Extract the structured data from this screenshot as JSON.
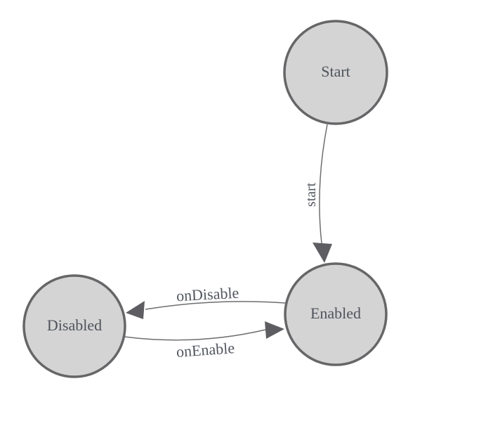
{
  "diagram": {
    "background": "#ffffff",
    "colors": {
      "node_fill": "#d4d4d4",
      "node_border": "#666669",
      "edge_line": "#6e6e71",
      "arrowhead": "#5e5e62",
      "label_text": "#4f535b"
    },
    "nodes": [
      {
        "id": "start",
        "label": "Start"
      },
      {
        "id": "enabled",
        "label": "Enabled"
      },
      {
        "id": "disabled",
        "label": "Disabled"
      }
    ],
    "edges": [
      {
        "from": "Start",
        "to": "Enabled",
        "label": "start"
      },
      {
        "from": "Enabled",
        "to": "Disabled",
        "label": "onDisable"
      },
      {
        "from": "Disabled",
        "to": "Enabled",
        "label": "onEnable"
      }
    ]
  }
}
